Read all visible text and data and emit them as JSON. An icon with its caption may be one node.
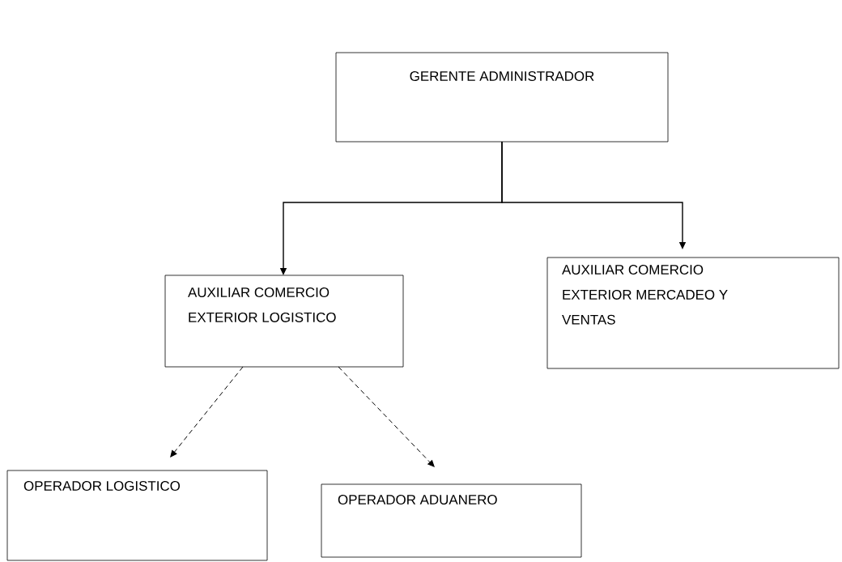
{
  "diagram": {
    "nodes": [
      {
        "text": [
          "GERENTE ADMINISTRADOR"
        ]
      },
      {
        "text": [
          "AUXILIAR COMERCIO EXTERIOR LOGISTICO"
        ]
      },
      {
        "text": [
          "AUXILIAR COMERCIO EXTERIOR MERCADEO Y VENTAS"
        ]
      },
      {
        "text": [
          "OPERADOR LOGISTICO"
        ]
      },
      {
        "text": [
          "OPERADOR ADUANERO"
        ]
      }
    ],
    "edges": [
      {
        "from": 0,
        "to": 1,
        "arrow": "to"
      },
      {
        "from": 0,
        "to": 2,
        "arrow": "to"
      },
      {
        "from": 1,
        "to": 3,
        "arrow": "to",
        "style": "dashed"
      },
      {
        "from": 1,
        "to": 4,
        "arrow": "to",
        "style": "dashed"
      }
    ]
  }
}
